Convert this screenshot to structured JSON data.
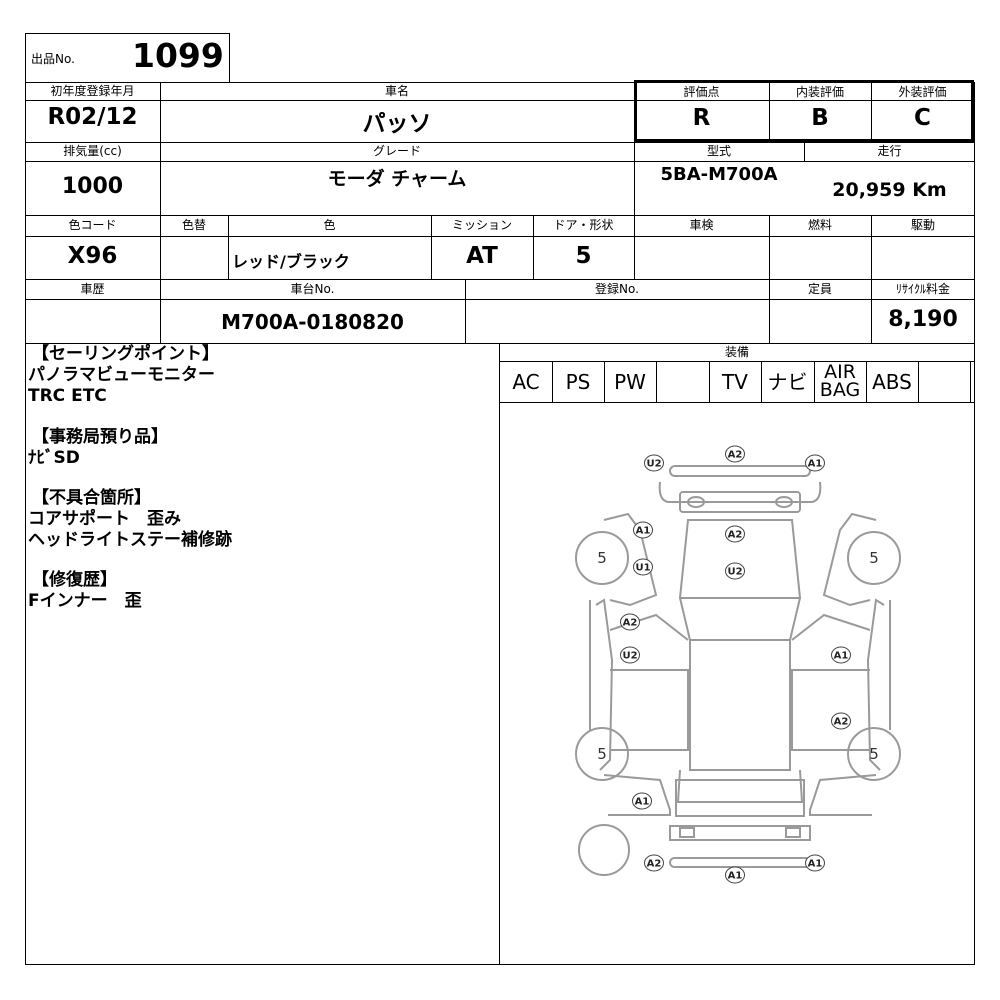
{
  "lot": {
    "label": "出品No.",
    "number": "1099"
  },
  "row1": {
    "year_label": "初年度登録年月",
    "year": "R02/12",
    "name_label": "車名",
    "name": "パッソ",
    "score_label": "評価点",
    "score": "R",
    "interior_label": "内装評価",
    "interior": "B",
    "exterior_label": "外装評価",
    "exterior": "C"
  },
  "row2": {
    "displacement_label": "排気量(cc)",
    "displacement": "1000",
    "grade_label": "グレード",
    "grade": "モーダ チャーム",
    "model_label": "型式",
    "model": "5BA-M700A",
    "mileage_label": "走行",
    "mileage": "20,959 Km"
  },
  "row3": {
    "color_code_label": "色コード",
    "color_code": "X96",
    "repaint_label": "色替",
    "repaint": "",
    "color_label": "色",
    "color": "レッド/ブラック",
    "transmission_label": "ミッション",
    "transmission": "AT",
    "doors_label": "ドア・形状",
    "doors": "5",
    "inspection_label": "車検",
    "inspection": "",
    "fuel_label": "燃料",
    "fuel": "",
    "drive_label": "駆動",
    "drive": ""
  },
  "row4": {
    "history_label": "車歴",
    "history": "",
    "chassis_label": "車台No.",
    "chassis": "M700A-0180820",
    "reg_label": "登録No.",
    "reg": "",
    "capacity_label": "定員",
    "capacity": "",
    "recycle_label": "ﾘｻｲｸﾙ料金",
    "recycle": "8,190"
  },
  "notes": {
    "selling_heading": "【セーリングポイント】",
    "selling_lines": [
      "パノラマビューモニター",
      "TRC ETC"
    ],
    "office_heading": "【事務局預り品】",
    "office_lines": [
      "ﾅﾋﾞSD"
    ],
    "defect_heading": "【不具合箇所】",
    "defect_lines": [
      "コアサポート　歪み",
      "ヘッドライトステー補修跡"
    ],
    "repair_heading": "【修復歴】",
    "repair_lines": [
      "Fインナー　歪"
    ]
  },
  "equipment": {
    "label": "装備",
    "items": [
      "AC",
      "PS",
      "PW",
      "",
      "TV",
      "ナビ",
      "AIR BAG",
      "ABS",
      ""
    ]
  },
  "diagram": {
    "tire_depth": "5",
    "marks": [
      "U2",
      "A2",
      "A1",
      "A1",
      "A2",
      "U1",
      "U2",
      "A2",
      "U2",
      "A1",
      "A2",
      "A1",
      "A2",
      "A1",
      "A1"
    ]
  }
}
